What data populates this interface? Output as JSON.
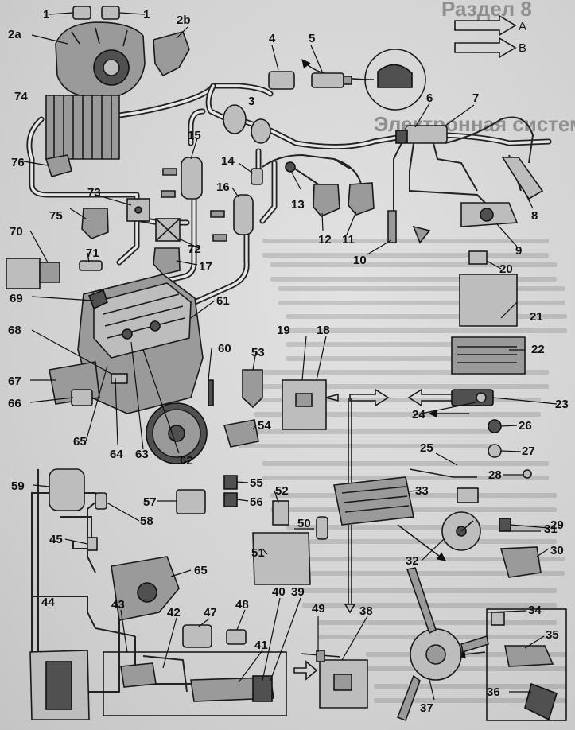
{
  "header_text": "Раздел 8",
  "title_text": "Электронная система",
  "legend": [
    {
      "key": "A"
    },
    {
      "key": "B"
    }
  ],
  "labels": [
    {
      "text": "1"
    },
    {
      "text": "1"
    },
    {
      "text": "2a"
    },
    {
      "text": "2b"
    },
    {
      "text": "3"
    },
    {
      "text": "4"
    },
    {
      "text": "5"
    },
    {
      "text": "6"
    },
    {
      "text": "7"
    },
    {
      "text": "8"
    },
    {
      "text": "9"
    },
    {
      "text": "10"
    },
    {
      "text": "11"
    },
    {
      "text": "12"
    },
    {
      "text": "13"
    },
    {
      "text": "14"
    },
    {
      "text": "15"
    },
    {
      "text": "16"
    },
    {
      "text": "17"
    },
    {
      "text": "18"
    },
    {
      "text": "19"
    },
    {
      "text": "20"
    },
    {
      "text": "21"
    },
    {
      "text": "22"
    },
    {
      "text": "23"
    },
    {
      "text": "24"
    },
    {
      "text": "25"
    },
    {
      "text": "26"
    },
    {
      "text": "27"
    },
    {
      "text": "28"
    },
    {
      "text": "29"
    },
    {
      "text": "30"
    },
    {
      "text": "31"
    },
    {
      "text": "32"
    },
    {
      "text": "33"
    },
    {
      "text": "34"
    },
    {
      "text": "35"
    },
    {
      "text": "36"
    },
    {
      "text": "37"
    },
    {
      "text": "38"
    },
    {
      "text": "39"
    },
    {
      "text": "40"
    },
    {
      "text": "41"
    },
    {
      "text": "42"
    },
    {
      "text": "43"
    },
    {
      "text": "44"
    },
    {
      "text": "45"
    },
    {
      "text": "47"
    },
    {
      "text": "48"
    },
    {
      "text": "49"
    },
    {
      "text": "50"
    },
    {
      "text": "51"
    },
    {
      "text": "52"
    },
    {
      "text": "53"
    },
    {
      "text": "54"
    },
    {
      "text": "55"
    },
    {
      "text": "56"
    },
    {
      "text": "57"
    },
    {
      "text": "58"
    },
    {
      "text": "59"
    },
    {
      "text": "60"
    },
    {
      "text": "61"
    },
    {
      "text": "62"
    },
    {
      "text": "63"
    },
    {
      "text": "64"
    },
    {
      "text": "65"
    },
    {
      "text": "65"
    },
    {
      "text": "66"
    },
    {
      "text": "67"
    },
    {
      "text": "68"
    },
    {
      "text": "69"
    },
    {
      "text": "70"
    },
    {
      "text": "71"
    },
    {
      "text": "72"
    },
    {
      "text": "73"
    },
    {
      "text": "74"
    },
    {
      "text": "75"
    },
    {
      "text": "76"
    }
  ]
}
